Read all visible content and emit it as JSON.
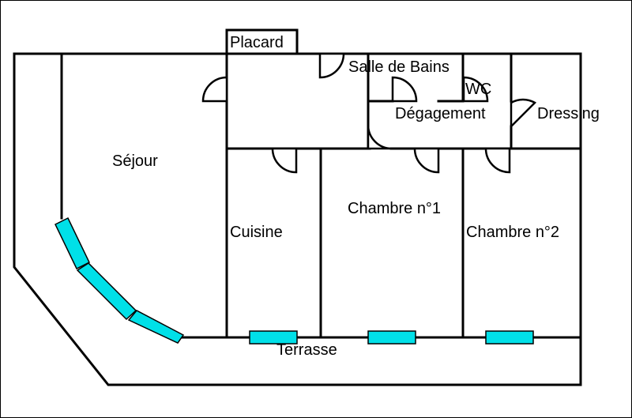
{
  "plan": {
    "rooms": {
      "sejour": "Séjour",
      "placard": "Placard",
      "salle_de_bains": "Salle de Bains",
      "wc": "WC",
      "degagement": "Dégagement",
      "dressing": "Dressing",
      "cuisine": "Cuisine",
      "chambre1": "Chambre n°1",
      "chambre2": "Chambre n°2",
      "terrasse": "Terrasse"
    }
  },
  "colors": {
    "wall": "#000000",
    "window": "#00e0e8",
    "background": "#ffffff"
  }
}
